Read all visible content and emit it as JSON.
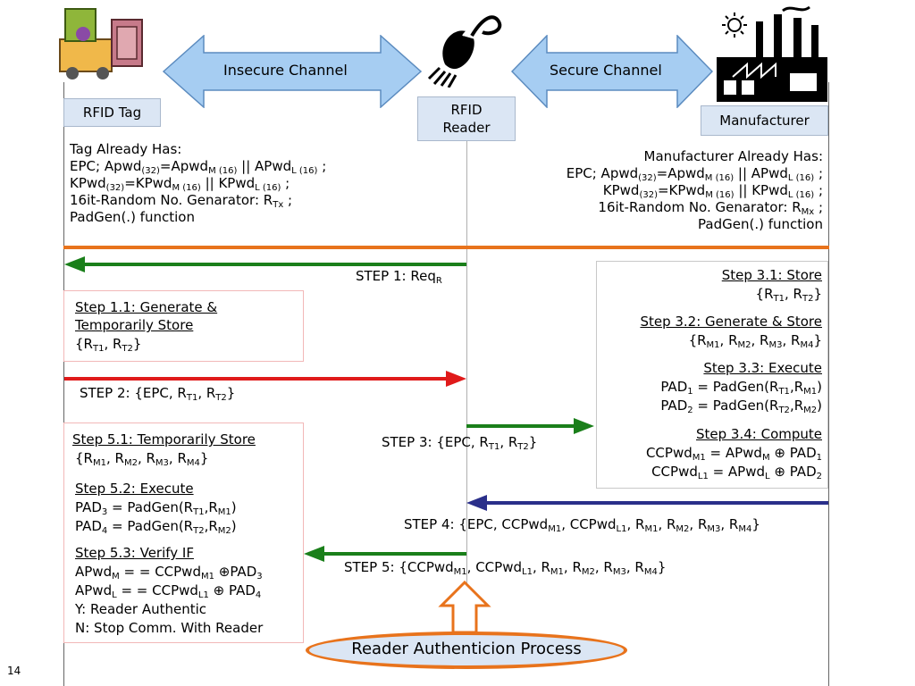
{
  "page_number": "14",
  "channels": {
    "insecure": "Insecure Channel",
    "secure": "Secure Channel"
  },
  "entities": {
    "tag": "RFID Tag",
    "reader_line1": "RFID",
    "reader_line2": "Reader",
    "manufacturer": "Manufacturer"
  },
  "tag_has": {
    "title": "Tag Already Has:",
    "line1_pre": "EPC; Apwd",
    "line1_s1": "(32)",
    "line1_mid": "=Apwd",
    "line1_s2": "M (16)",
    "line1_mid2": " || APwd",
    "line1_s3": "L (16)",
    "line1_end": " ;",
    "line2_pre": "KPwd",
    "line2_s1": "(32)",
    "line2_mid": "=KPwd",
    "line2_s2": "M (16)",
    "line2_mid2": " || KPwd",
    "line2_s3": "L (16)",
    "line2_end": " ;",
    "line3_pre": "16it-Random No. Genarator: R",
    "line3_s1": "Tx",
    "line3_end": " ;",
    "line4": "PadGen(.) function"
  },
  "mfr_has": {
    "title": "Manufacturer Already Has:",
    "line1_pre": "EPC; Apwd",
    "line1_s1": "(32)",
    "line1_mid": "=Apwd",
    "line1_s2": "M (16)",
    "line1_mid2": " || APwd",
    "line1_s3": "L (16)",
    "line1_end": " ;",
    "line2_pre": "KPwd",
    "line2_s1": "(32)",
    "line2_mid": "=KPwd",
    "line2_s2": "M (16)",
    "line2_mid2": " || KPwd",
    "line2_s3": "L (16)",
    "line2_end": " ;",
    "line3_pre": "16it-Random No. Genarator: R",
    "line3_s1": "Mx",
    "line3_end": " ;",
    "line4": "PadGen(.) function"
  },
  "steps": {
    "step1_pre": "STEP 1: Req",
    "step1_sub": "R",
    "step2": "STEP 2:  {EPC, R",
    "step3": "STEP 3:  {EPC, R",
    "step4": "STEP 4: {EPC, CCPwd",
    "step5": "STEP 5:  {CCPwd"
  },
  "step11": {
    "title_line1": "Step 1.1:  Generate &",
    "title_line2": "Temporarily Store"
  },
  "step3_box": {
    "s31": "Step 3.1:  Store",
    "s32": "Step 3.2:  Generate & Store",
    "s33": "Step 3.3:  Execute",
    "s34": "Step 3.4:  Compute"
  },
  "step5_box": {
    "s51": "Step 5.1:  Temporarily Store",
    "s52": "Step 5.2:  Execute",
    "s53": "Step 5.3:  Verify IF",
    "yes": "Y: Reader Authentic",
    "no": "N: Stop Comm. With Reader"
  },
  "process_label": "Reader Authenticion Process",
  "colors": {
    "orange": "#e8731c",
    "green": "#1a7f1a",
    "red": "#e01a1a",
    "navy": "#2a2f8a",
    "arrow_blue": "#a6cdf2"
  }
}
